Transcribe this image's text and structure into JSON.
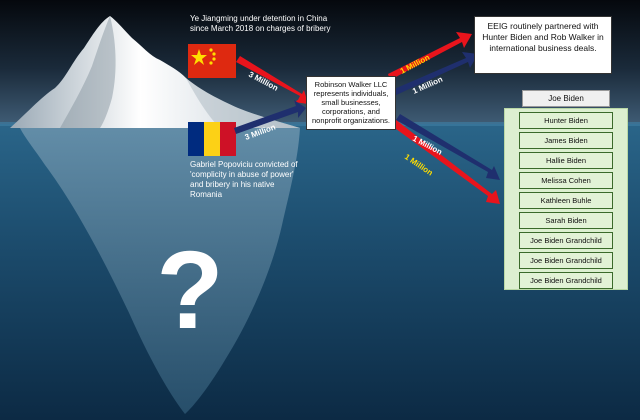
{
  "captions": {
    "ye_jianming": "Ye Jiangming under detention in China since March 2018 on charges of bribery",
    "gabriel": "Gabriel Popoviciu convicted of 'complicity in abuse of power' and bribery in his native Romania"
  },
  "robinson_box": "Robinson Walker LLC represents individuals, small businesses, corporations, and nonprofit organizations.",
  "eeig_box": "EEIG routinely partnered with Hunter Biden and Rob Walker in international business deals.",
  "joe_biden": "Joe Biden",
  "family": [
    "Hunter Biden",
    "James Biden",
    "Hallie Biden",
    "Melissa Cohen",
    "Kathleen Buhle",
    "Sarah Biden",
    "Joe Biden Grandchild",
    "Joe Biden Grandchild",
    "Joe Biden Grandchild"
  ],
  "arrows": {
    "china_to_robinson": "3 Million",
    "romania_to_robinson": "3 Million",
    "robinson_to_eeig_red": "1 Million",
    "robinson_to_eeig_blue": "1 Million",
    "robinson_to_family_blue": "1 Million",
    "robinson_to_family_red": "1 Million"
  },
  "question_mark": "?",
  "colors": {
    "red_arrow": "#e8141c",
    "blue_arrow": "#1f2f6e",
    "china_red": "#de2910",
    "china_star": "#ffde00",
    "romania_blue": "#002b7f",
    "romania_yellow": "#fcd116",
    "romania_red": "#ce1126"
  }
}
